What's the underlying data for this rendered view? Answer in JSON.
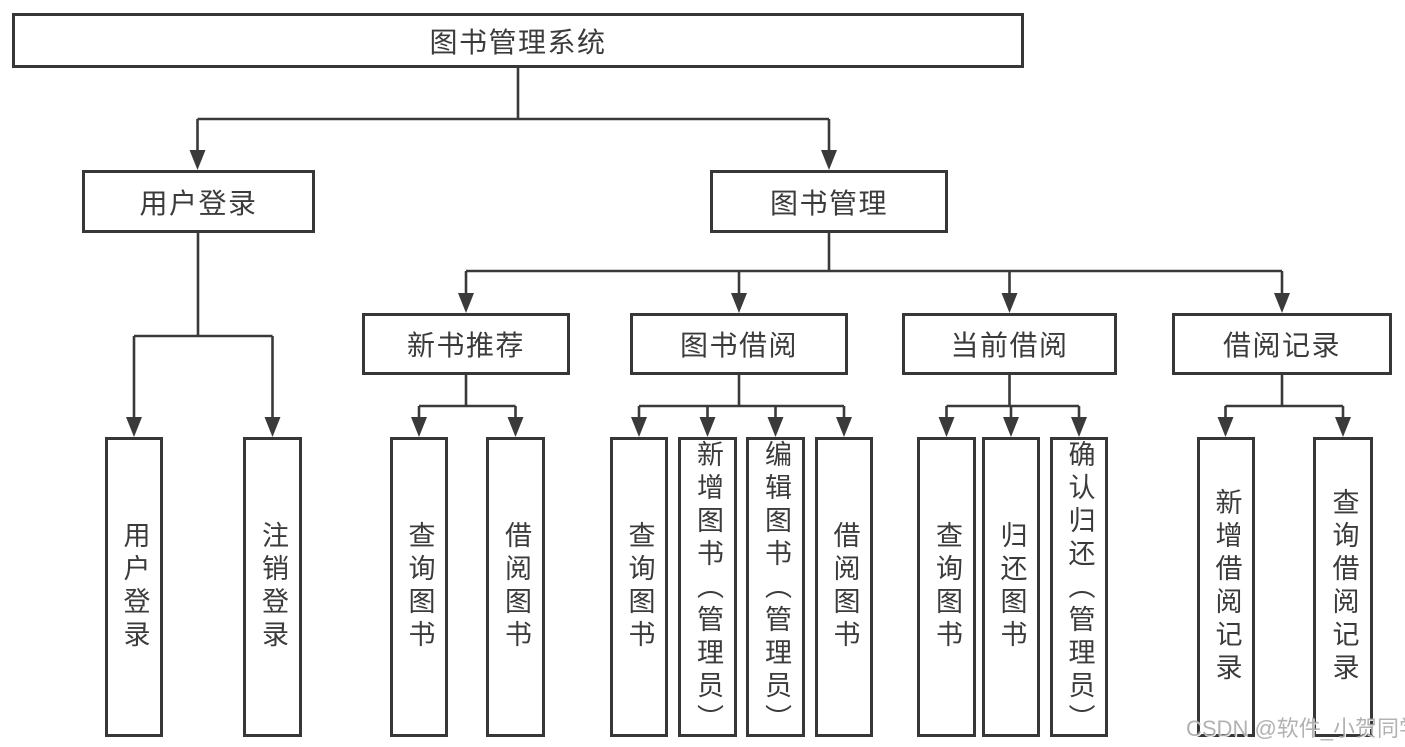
{
  "diagram": {
    "title": "图书管理系统",
    "watermark": "CSDN @软件_小贺同学",
    "colors": {
      "line": "#3a3a3a",
      "border": "#373737",
      "text": "#3b3b3b",
      "background": "#ffffff",
      "watermark": "#a5a5a5"
    },
    "nodes": {
      "root": {
        "label": "图书管理系统",
        "parent": null
      },
      "user_login": {
        "label": "用户登录",
        "parent": "root"
      },
      "book_mgmt": {
        "label": "图书管理",
        "parent": "root"
      },
      "new_book_rec": {
        "label": "新书推荐",
        "parent": "book_mgmt"
      },
      "book_borrow": {
        "label": "图书借阅",
        "parent": "book_mgmt"
      },
      "current_borrow": {
        "label": "当前借阅",
        "parent": "book_mgmt"
      },
      "borrow_records": {
        "label": "借阅记录",
        "parent": "book_mgmt"
      },
      "ul_user_login": {
        "label": "用户登录",
        "parent": "user_login"
      },
      "ul_logout": {
        "label": "注销登录",
        "parent": "user_login"
      },
      "nbr_query_books": {
        "label": "查询图书",
        "parent": "new_book_rec"
      },
      "nbr_borrow_books": {
        "label": "借阅图书",
        "parent": "new_book_rec"
      },
      "bb_query_books": {
        "label": "查询图书",
        "parent": "book_borrow"
      },
      "bb_add_books": {
        "label": "新增图书（管理员）",
        "parent": "book_borrow"
      },
      "bb_edit_books": {
        "label": "编辑图书（管理员）",
        "parent": "book_borrow"
      },
      "bb_borrow_books": {
        "label": "借阅图书",
        "parent": "book_borrow"
      },
      "cb_query_books": {
        "label": "查询图书",
        "parent": "current_borrow"
      },
      "cb_return_books": {
        "label": "归还图书",
        "parent": "current_borrow"
      },
      "cb_confirm_return": {
        "label": "确认归还（管理员）",
        "parent": "current_borrow"
      },
      "br_add_record": {
        "label": "新增借阅记录",
        "parent": "borrow_records"
      },
      "br_query_record": {
        "label": "查询借阅记录",
        "parent": "borrow_records"
      }
    }
  }
}
